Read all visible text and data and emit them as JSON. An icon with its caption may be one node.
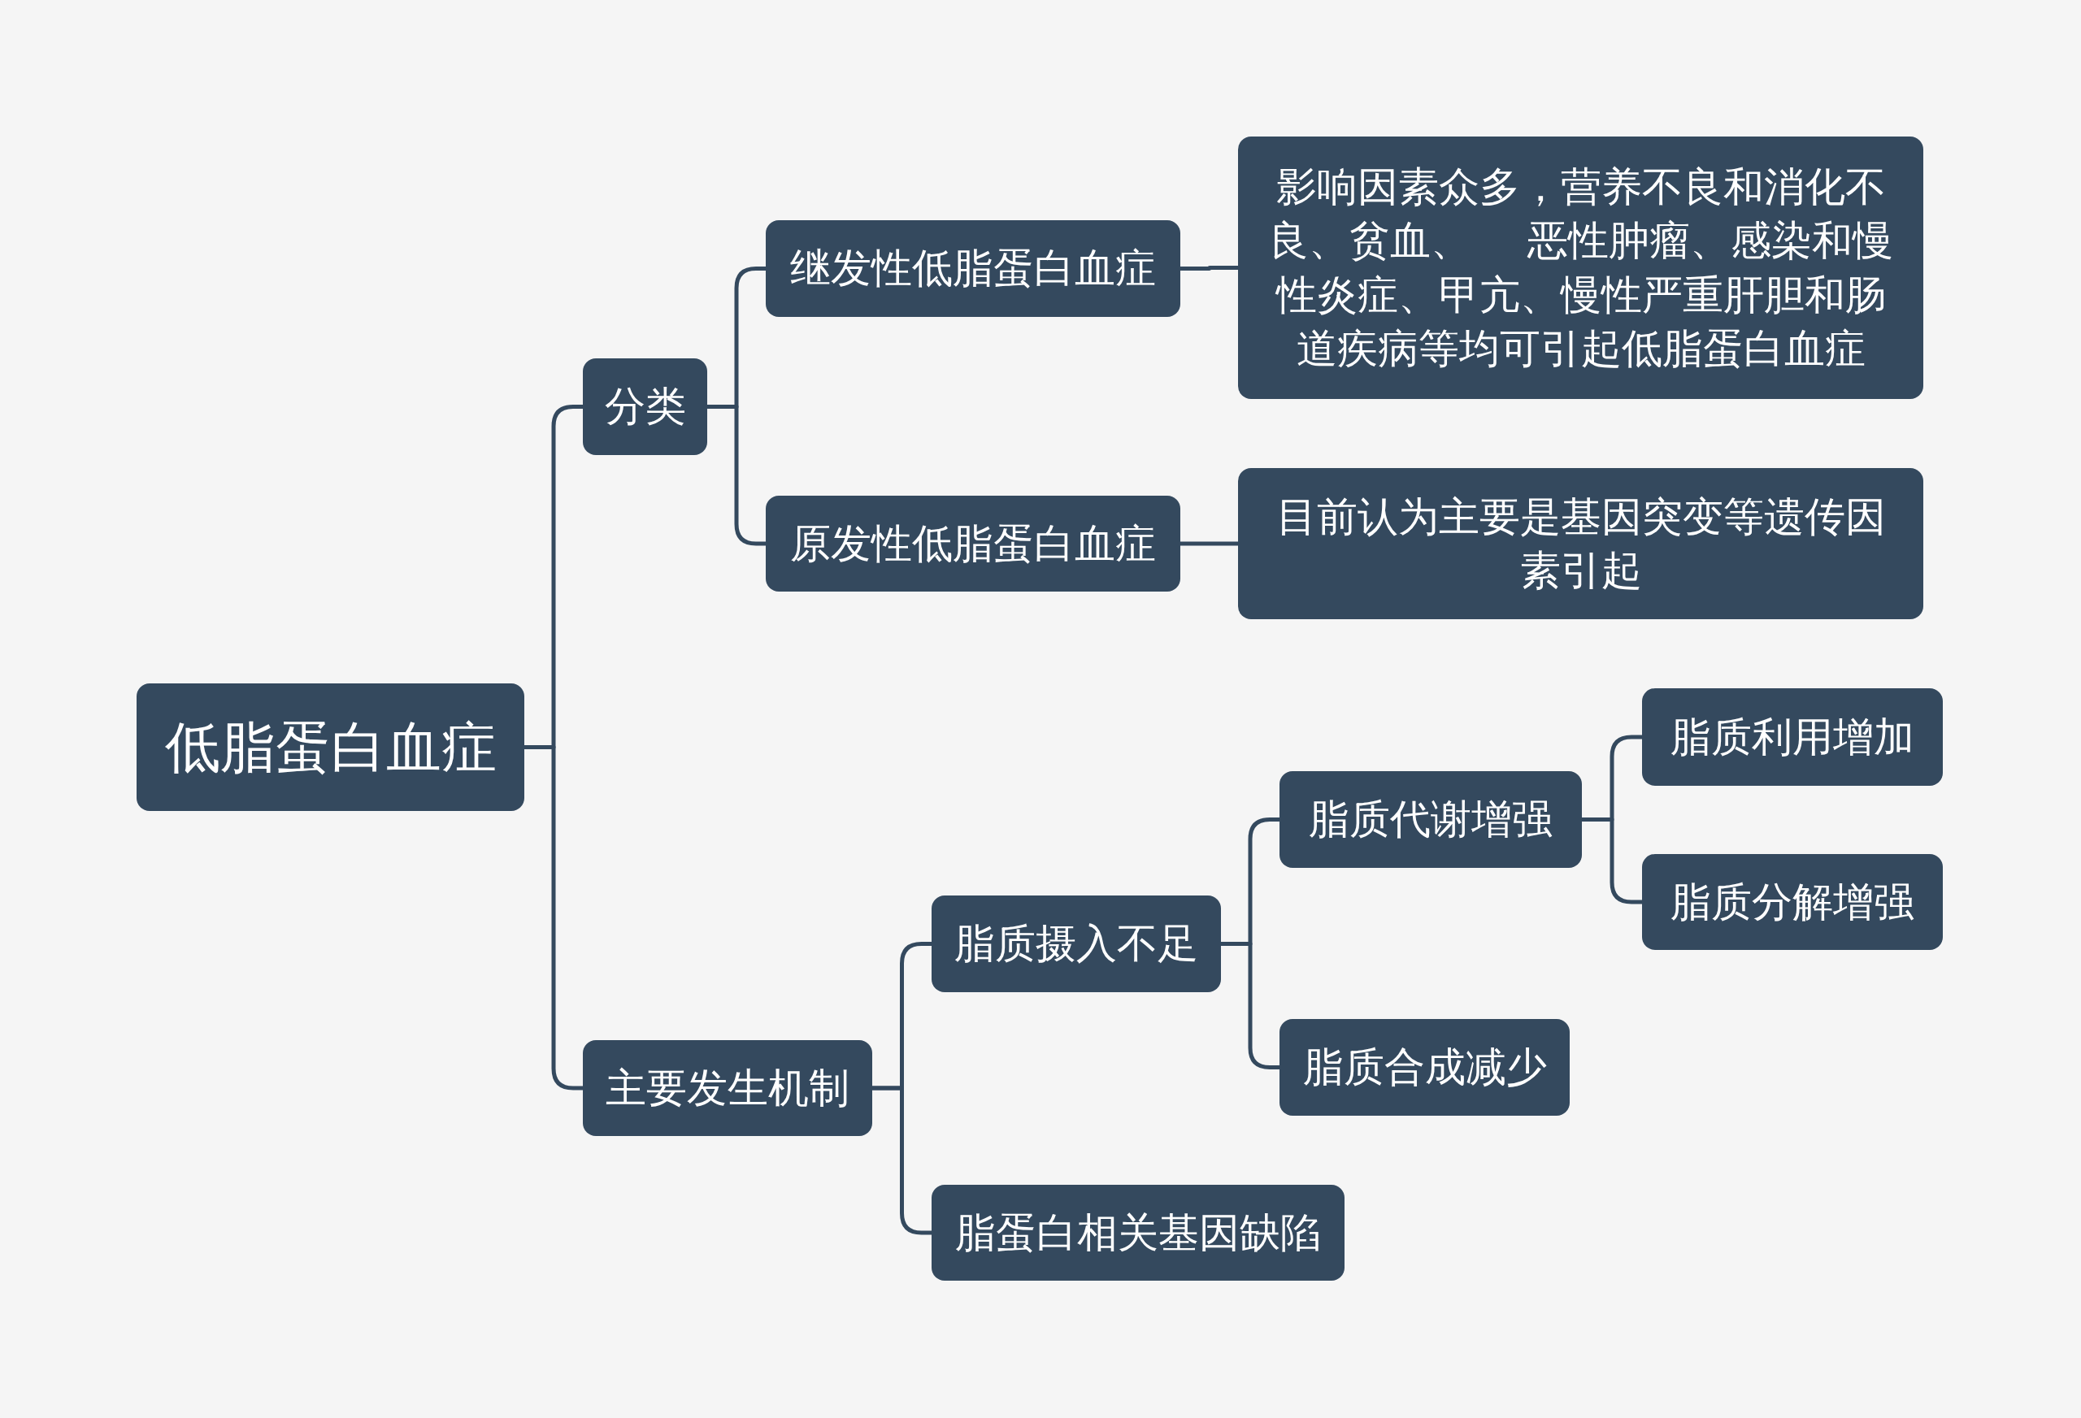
{
  "diagram": {
    "nodes": [
      {
        "text": [
          "低脂蛋白血症"
        ]
      },
      {
        "text": [
          "分类"
        ]
      },
      {
        "text": [
          "继发性低脂蛋白血症"
        ]
      },
      {
        "text": [
          "影响因素众多，营养不良和消化不良、贫血、 恶性肿瘤、感染和慢性炎症、甲亢、慢性严重肝胆和肠道疾病等均可引起低脂蛋白血症"
        ]
      },
      {
        "text": [
          "原发性低脂蛋白血症"
        ]
      },
      {
        "text": [
          "目前认为主要是基因突变等遗传因素引起"
        ]
      },
      {
        "text": [
          "主要发生机制"
        ]
      },
      {
        "text": [
          "脂质摄入不足"
        ]
      },
      {
        "text": [
          "脂质代谢增强"
        ]
      },
      {
        "text": [
          "脂质利用增加"
        ]
      },
      {
        "text": [
          "脂质分解增强"
        ]
      },
      {
        "text": [
          "脂质合成减少"
        ]
      },
      {
        "text": [
          "脂蛋白相关基因缺陷"
        ]
      }
    ],
    "edges": [
      {
        "from": 0,
        "to": 1,
        "arrow": "none"
      },
      {
        "from": 0,
        "to": 6,
        "arrow": "none"
      },
      {
        "from": 1,
        "to": 2,
        "arrow": "none"
      },
      {
        "from": 1,
        "to": 4,
        "arrow": "none"
      },
      {
        "from": 2,
        "to": 3,
        "arrow": "none"
      },
      {
        "from": 4,
        "to": 5,
        "arrow": "none"
      },
      {
        "from": 6,
        "to": 7,
        "arrow": "none"
      },
      {
        "from": 6,
        "to": 12,
        "arrow": "none"
      },
      {
        "from": 7,
        "to": 8,
        "arrow": "none"
      },
      {
        "from": 7,
        "to": 11,
        "arrow": "none"
      },
      {
        "from": 8,
        "to": 9,
        "arrow": "none"
      },
      {
        "from": 8,
        "to": 10,
        "arrow": "none"
      }
    ]
  }
}
